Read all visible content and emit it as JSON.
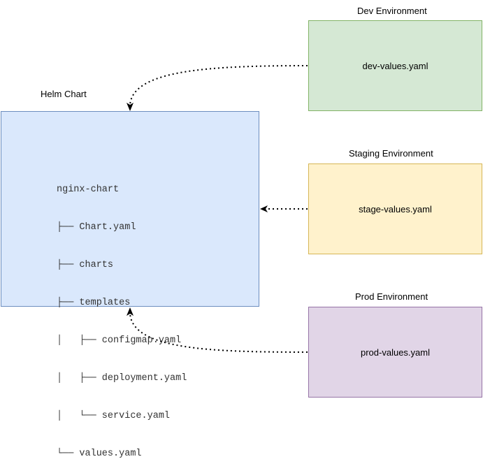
{
  "helm": {
    "title": "Helm Chart",
    "tree": [
      "nginx-chart",
      "├── Chart.yaml",
      "├── charts",
      "├── templates",
      "│   ├── configmap.yaml",
      "│   ├── deployment.yaml",
      "│   └── service.yaml",
      "└── values.yaml"
    ]
  },
  "environments": {
    "dev": {
      "title": "Dev Environment",
      "file": "dev-values.yaml"
    },
    "staging": {
      "title": "Staging Environment",
      "file": "stage-values.yaml"
    },
    "prod": {
      "title": "Prod Environment",
      "file": "prod-values.yaml"
    }
  },
  "colors": {
    "helm_fill": "#dae8fc",
    "helm_stroke": "#6c8ebf",
    "dev_fill": "#d5e8d4",
    "dev_stroke": "#82b366",
    "staging_fill": "#fff2cc",
    "staging_stroke": "#d6b656",
    "prod_fill": "#e1d5e7",
    "prod_stroke": "#9673a6"
  }
}
